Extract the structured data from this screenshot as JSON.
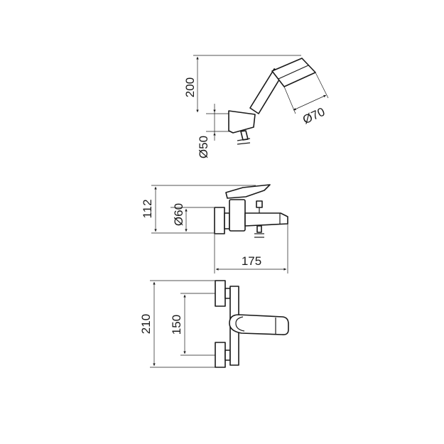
{
  "dimensions": {
    "shower_height": "200",
    "handshower_diameter": "Ø70",
    "holder_diameter": "Ø50",
    "mixer_height": "112",
    "escutcheon_diameter": "Ø60",
    "projection": "175",
    "total_width": "210",
    "center_distance": "150"
  }
}
